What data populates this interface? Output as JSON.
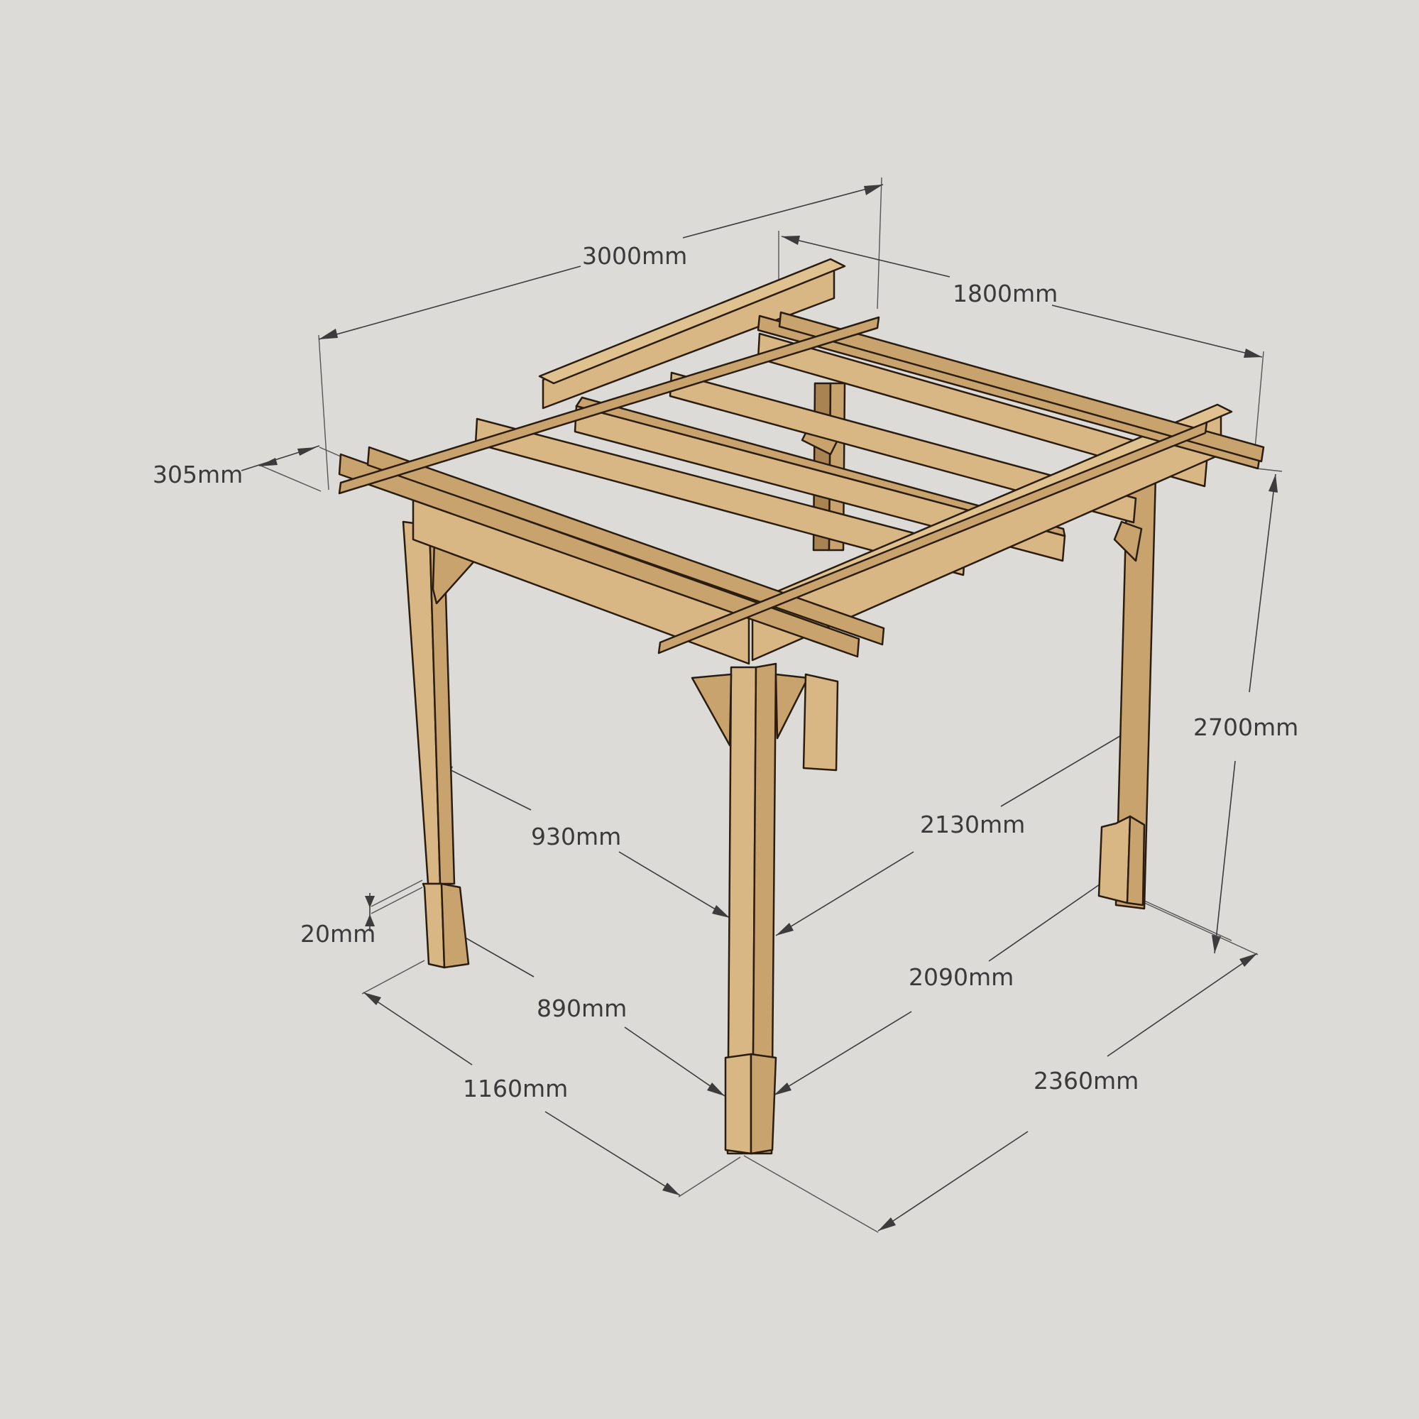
{
  "diagram": {
    "subject": "Timber pergola with dimensions",
    "background_color": "#dcdbd7",
    "wood_color": "#c9a36e",
    "dimensions": {
      "overall_length": "3000mm",
      "overall_width": "1800mm",
      "beam_overhang": "305mm",
      "overall_height": "2700mm",
      "front_post_clear_span_upper": "930mm",
      "side_post_clear_span_upper": "2130mm",
      "post_base_offset": "20mm",
      "front_post_clear_span_lower": "890mm",
      "side_post_clear_span_lower": "2090mm",
      "front_post_centres": "1160mm",
      "side_post_centres": "2360mm"
    }
  }
}
